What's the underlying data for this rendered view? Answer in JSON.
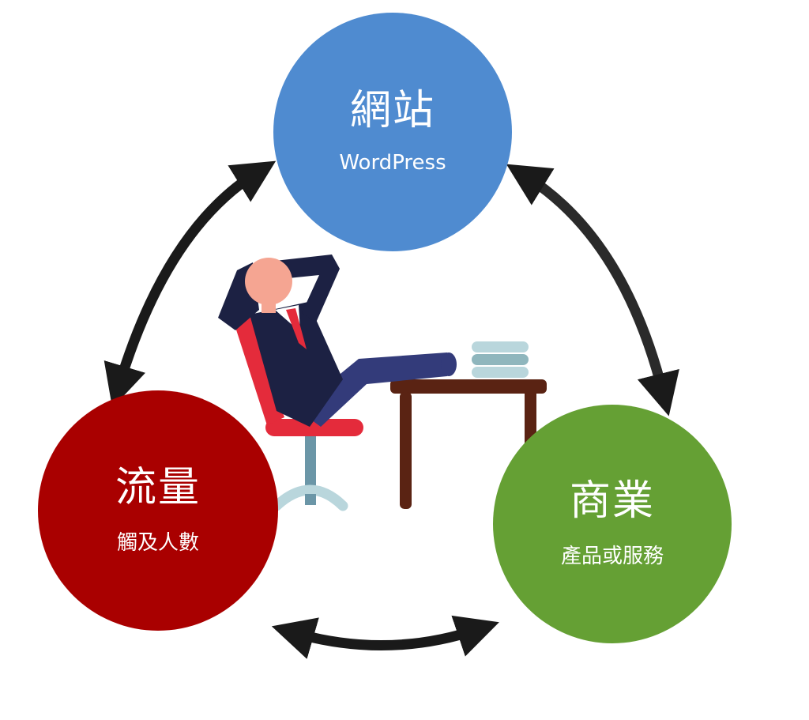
{
  "diagram": {
    "nodes": [
      {
        "id": "website",
        "title": "網站",
        "subtitle": "WordPress",
        "color": "#4f8bd0"
      },
      {
        "id": "traffic",
        "title": "流量",
        "subtitle": "觸及人數",
        "color": "#a90000"
      },
      {
        "id": "business",
        "title": "商業",
        "subtitle": "產品或服務",
        "color": "#65a034"
      }
    ],
    "edges": [
      {
        "from": "website",
        "to": "traffic",
        "type": "bidirectional-arrow"
      },
      {
        "from": "website",
        "to": "business",
        "type": "bidirectional-arrow"
      },
      {
        "from": "traffic",
        "to": "business",
        "type": "bidirectional-arrow"
      }
    ],
    "illustration": "relaxed-businessman-feet-on-desk-icon",
    "colors": {
      "arrow": "#1a1a1a",
      "suit": "#1c2143",
      "chair": "#e42b3b",
      "desk": "#5a2313",
      "skin": "#f5a592",
      "books": "#b9d6dc"
    }
  }
}
